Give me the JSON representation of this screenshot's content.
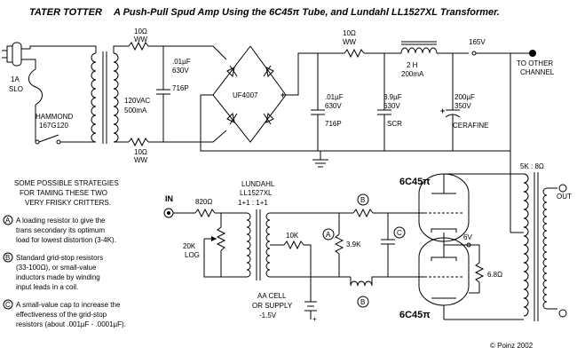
{
  "header": {
    "name": "TATER TOTTER",
    "subtitle": "A Push-Pull Spud Amp Using the  6C45π  Tube, and Lundahl LL1527XL Transformer."
  },
  "power": {
    "fuse": [
      "1A",
      "SLO"
    ],
    "ptrans": [
      "HAMMOND",
      "167G120"
    ],
    "secondary": [
      "120VAC",
      "500mA"
    ],
    "r_top": [
      "10Ω",
      "WW"
    ],
    "r_bot": [
      "10Ω",
      "WW"
    ],
    "cap_bypass": [
      ".01µF",
      "630V",
      "716P"
    ],
    "bridge": "UF4007",
    "minus": "−",
    "plus": "+",
    "cap_filter1": [
      ".01µF",
      "630V",
      "716P"
    ],
    "r_series": [
      "10Ω",
      "WW"
    ],
    "choke": [
      "2 H",
      "200mA"
    ],
    "cap_filter2": [
      "3.9µF",
      "630V",
      "SCR"
    ],
    "cap_filter3": [
      "200µF",
      "350V",
      "CERAFINE"
    ],
    "b_plus": "165V",
    "other_channel": [
      "TO OTHER",
      "CHANNEL"
    ]
  },
  "strategies": {
    "heading": [
      "SOME POSSIBLE STRATEGIES",
      "FOR TAMING THESE TWO",
      "VERY FRISKY CRITTERS."
    ],
    "items": [
      {
        "marker": "A",
        "lines": [
          "A loading resistor to give the",
          "trans secondary its optimum",
          "load for lowest distortion (3-4K)."
        ]
      },
      {
        "marker": "B",
        "lines": [
          "Standard grid-stop resistors",
          "(33-100Ω), or small-value",
          "inductors made by winding",
          "input leads in a coil."
        ]
      },
      {
        "marker": "C",
        "lines": [
          "A small-value cap to increase the",
          "effectiveness of the grid-stop",
          "resistors (about .001µF - .0001µF)."
        ]
      }
    ]
  },
  "audio": {
    "input": "IN",
    "r_in": "820Ω",
    "pot": [
      "20K",
      "LOG"
    ],
    "itrans": [
      "LUNDAHL",
      "LL1527XL",
      "1+1 : 1+1"
    ],
    "r_bias": "10K",
    "r_load": "3.9K",
    "cell": [
      "AA CELL",
      "OR SUPPLY",
      "-1.5V"
    ],
    "tube_top": "6C45π",
    "tube_bot": "6C45π",
    "heater": "6V",
    "r_cathode": "6.8Ω",
    "otrans": "5K : 8Ω",
    "out": "OUT",
    "markA": "A",
    "markB1": "B",
    "markB2": "B",
    "markC": "C"
  },
  "footer": {
    "credit": "© Poinz  2002"
  }
}
